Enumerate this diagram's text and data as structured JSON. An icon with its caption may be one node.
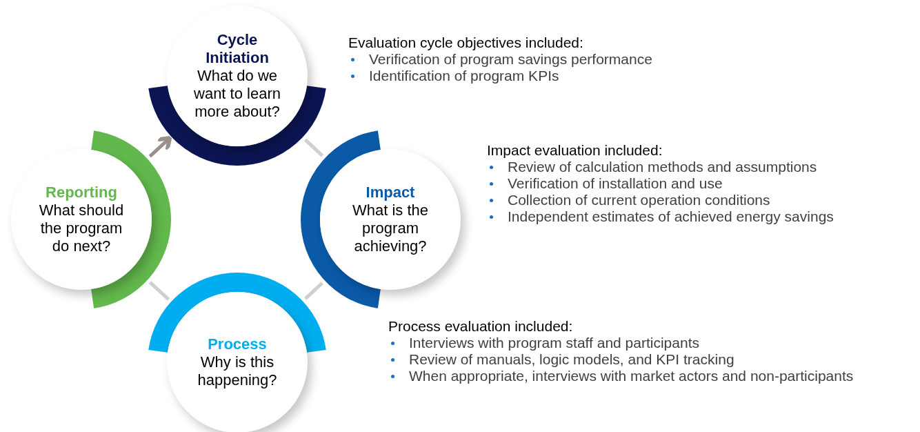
{
  "diagram": {
    "nodes": [
      {
        "text": [
          "Cycle Initiation",
          "What do we want to learn more about?"
        ],
        "beside": [
          "Evaluation cycle objectives included:",
          "Verification of program savings performance",
          "Identification of program KPIs"
        ]
      },
      {
        "text": [
          "Impact",
          "What is the program achieving?"
        ],
        "beside": [
          "Impact evaluation included:",
          "Review of calculation methods and assumptions",
          "Verification of installation and use",
          "Collection of current operation conditions",
          "Independent estimates of achieved energy savings"
        ]
      },
      {
        "text": [
          "Process",
          "Why is this happening?"
        ],
        "beside": [
          "Process evaluation included:",
          "Interviews with program staff and participants",
          "Review of manuals, logic models, and KPI tracking",
          "When appropriate, interviews with market actors and non-participants"
        ]
      },
      {
        "text": [
          "Reporting",
          "What should the program do next?"
        ]
      }
    ],
    "edges": [
      {
        "from": 0,
        "to": 1,
        "arrow": "none"
      },
      {
        "from": 1,
        "to": 2,
        "arrow": "none"
      },
      {
        "from": 2,
        "to": 3,
        "arrow": "none"
      },
      {
        "from": 3,
        "to": 0,
        "arrow": "to",
        "color": "#9a918a"
      }
    ]
  }
}
